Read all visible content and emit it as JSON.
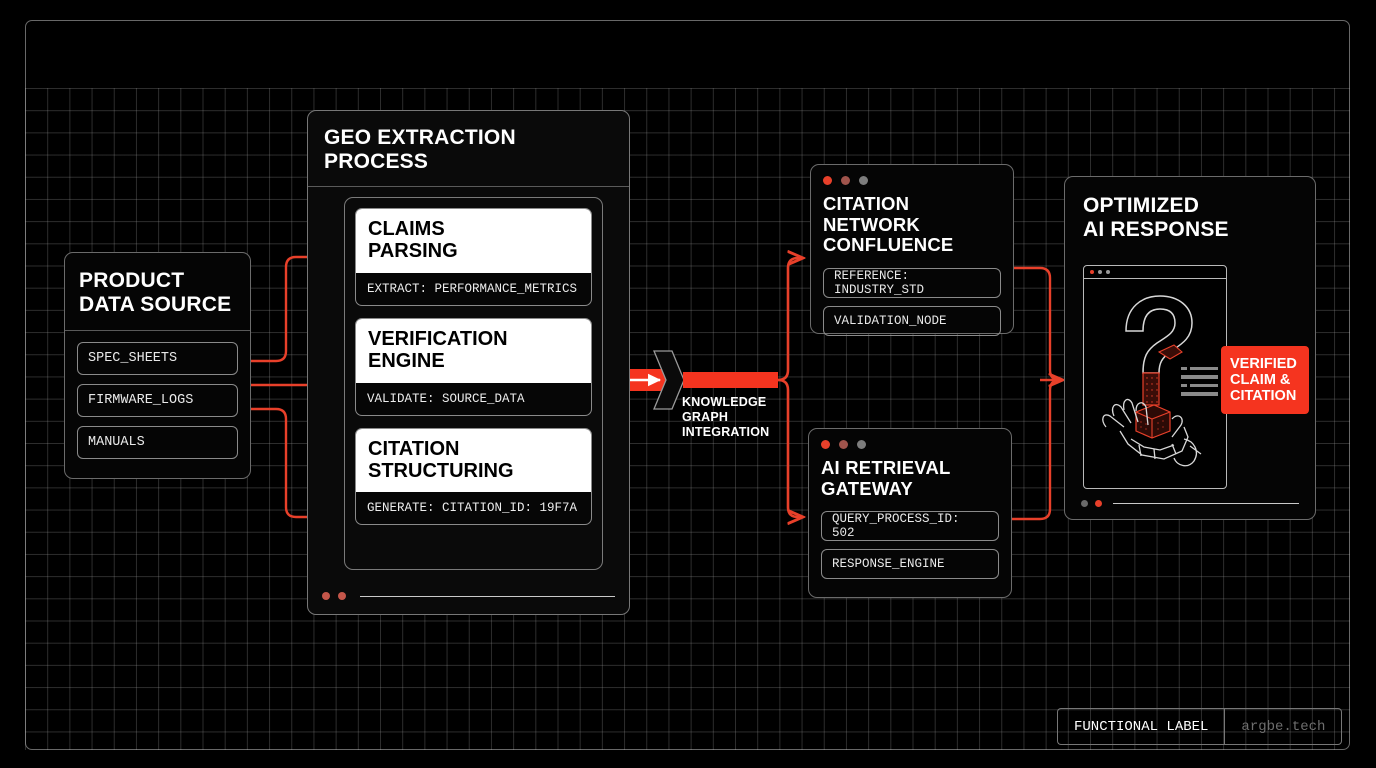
{
  "diagram": {
    "background_color": "#000000",
    "accent_color": "#f5341f",
    "connector_color": "#e8402a"
  },
  "product_source": {
    "title": "PRODUCT\nDATA SOURCE",
    "items": [
      {
        "label": "SPEC_SHEETS"
      },
      {
        "label": "FIRMWARE_LOGS"
      },
      {
        "label": "MANUALS"
      }
    ]
  },
  "geo_process": {
    "title": "GEO EXTRACTION\nPROCESS",
    "steps": [
      {
        "name": "CLAIMS\nPARSING",
        "meta": "EXTRACT: PERFORMANCE_METRICS"
      },
      {
        "name": "VERIFICATION\nENGINE",
        "meta": "VALIDATE: SOURCE_DATA"
      },
      {
        "name": "CITATION\nSTRUCTURING",
        "meta": "GENERATE: CITATION_ID: 19F7A"
      }
    ]
  },
  "knowledge_graph": {
    "label": "KNOWLEDGE\nGRAPH\nINTEGRATION"
  },
  "citation_network": {
    "title": "CITATION NETWORK\nCONFLUENCE",
    "items": [
      {
        "label": "REFERENCE: INDUSTRY_STD"
      },
      {
        "label": "VALIDATION_NODE"
      }
    ]
  },
  "ai_gateway": {
    "title": "AI RETRIEVAL\nGATEWAY",
    "items": [
      {
        "label": "QUERY_PROCESS_ID: 502"
      },
      {
        "label": "RESPONSE_ENGINE"
      }
    ]
  },
  "ai_response": {
    "title": "OPTIMIZED\nAI RESPONSE",
    "badge": "VERIFIED\nCLAIM &\nCITATION"
  },
  "footer": {
    "label": "FUNCTIONAL LABEL",
    "brand": "argbe.tech"
  }
}
